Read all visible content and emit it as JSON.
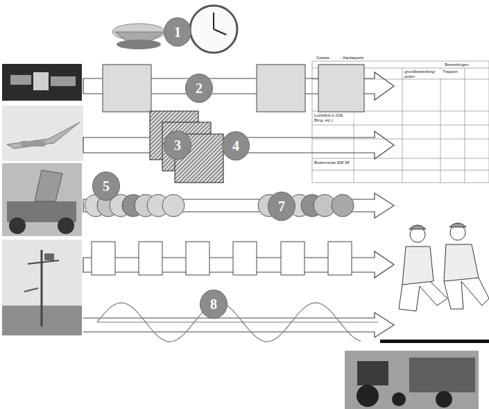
{
  "diagram": {
    "nodes": [
      {
        "text": [
          "1"
        ]
      },
      {
        "text": [
          "2"
        ]
      },
      {
        "text": [
          "3"
        ]
      },
      {
        "text": [
          "4"
        ]
      },
      {
        "text": [
          "5"
        ]
      },
      {
        "text": [
          "7"
        ]
      },
      {
        "text": [
          "8"
        ]
      }
    ],
    "labels": [
      "Gewas",
      ": Aardappels",
      "Bewerkingen",
      "grondbewerking/ poten",
      "Trappen",
      "Luchtfoto's (GE, Bing, etc.)",
      "Bodemscan EM 38"
    ]
  }
}
